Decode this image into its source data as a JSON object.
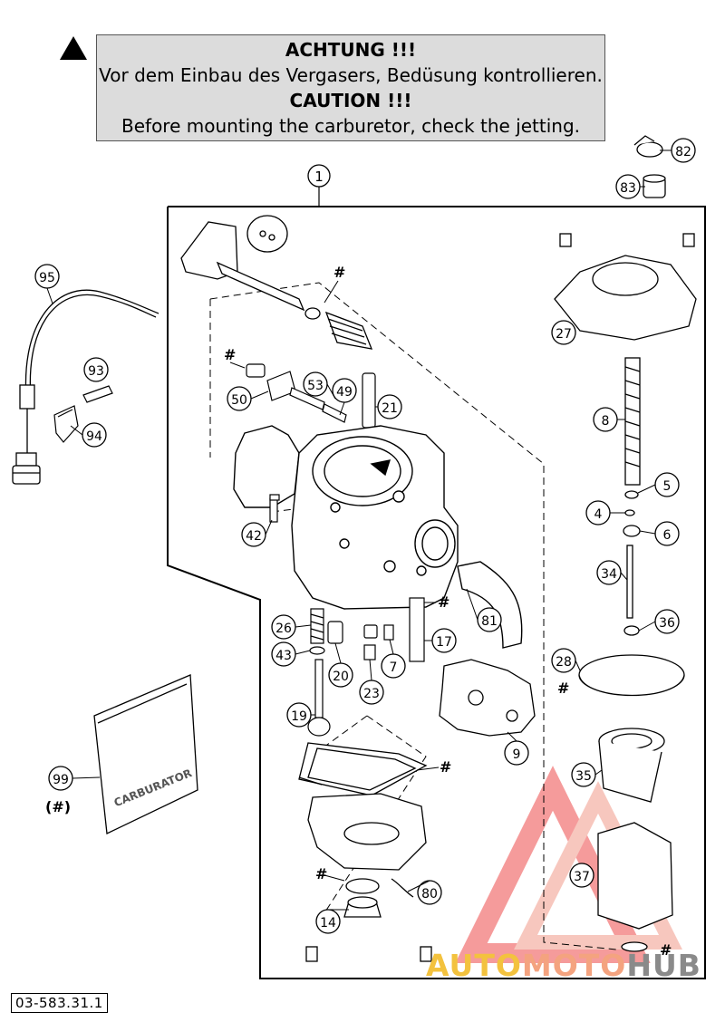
{
  "notice": {
    "heading_de": "ACHTUNG !!!",
    "text_de": "Vor dem Einbau des Vergasers, Bedüsung kontrollieren.",
    "heading_en": "CAUTION !!!",
    "text_en": "Before mounting the carburetor, check the jetting."
  },
  "callouts": {
    "c1": "1",
    "c4": "4",
    "c5": "5",
    "c6": "6",
    "c7": "7",
    "c8": "8",
    "c9": "9",
    "c14": "14",
    "c17": "17",
    "c19": "19",
    "c20": "20",
    "c21": "21",
    "c23": "23",
    "c26": "26",
    "c27": "27",
    "c28": "28",
    "c34": "34",
    "c35": "35",
    "c36": "36",
    "c37": "37",
    "c42": "42",
    "c43": "43",
    "c49": "49",
    "c50": "50",
    "c53": "53",
    "c80": "80",
    "c81": "81",
    "c82": "82",
    "c83": "83",
    "c93": "93",
    "c94": "94",
    "c95": "95",
    "c99": "99"
  },
  "hash_mark": "#",
  "hash_paren": "(#)",
  "packet_label": "CARBURATOR",
  "doc_code": "03-583.31.1",
  "watermark": {
    "part1": "AUTO",
    "part2": "MOTO",
    "part3": "HUB"
  }
}
